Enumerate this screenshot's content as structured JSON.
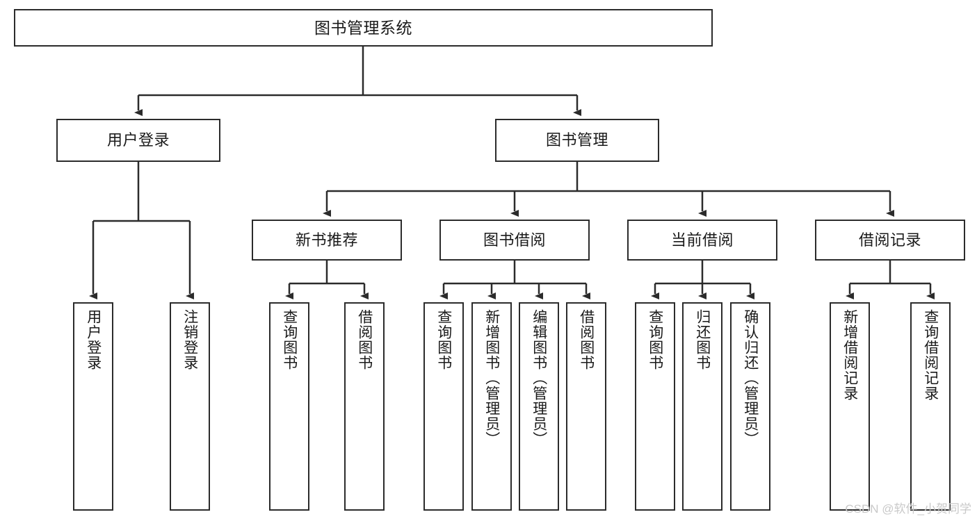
{
  "diagram": {
    "title": "图书管理系统",
    "type": "tree",
    "stroke_color": "#2b2b2b",
    "fill_color": "#ffffff",
    "text_color": "#1a1a1a",
    "nodes": {
      "root": {
        "label": "图书管理系统"
      },
      "level1": [
        {
          "label": "用户登录"
        },
        {
          "label": "图书管理"
        }
      ],
      "level2": [
        {
          "label": "新书推荐"
        },
        {
          "label": "图书借阅"
        },
        {
          "label": "当前借阅"
        },
        {
          "label": "借阅记录"
        }
      ],
      "leaves_user_login": [
        {
          "label": "用户登录"
        },
        {
          "label": "注销登录"
        }
      ],
      "leaves_new_book": [
        {
          "label": "查询图书"
        },
        {
          "label": "借阅图书"
        }
      ],
      "leaves_borrow": [
        {
          "label": "查询图书"
        },
        {
          "label": "新增图书（管理员）"
        },
        {
          "label": "编辑图书（管理员）"
        },
        {
          "label": "借阅图书"
        }
      ],
      "leaves_current": [
        {
          "label": "查询图书"
        },
        {
          "label": "归还图书"
        },
        {
          "label": "确认归还（管理员）"
        }
      ],
      "leaves_records": [
        {
          "label": "新增借阅记录"
        },
        {
          "label": "查询借阅记录"
        }
      ]
    }
  },
  "watermark": {
    "text": "CSDN @软件_小贺同学",
    "color": "#c9c9c9"
  }
}
